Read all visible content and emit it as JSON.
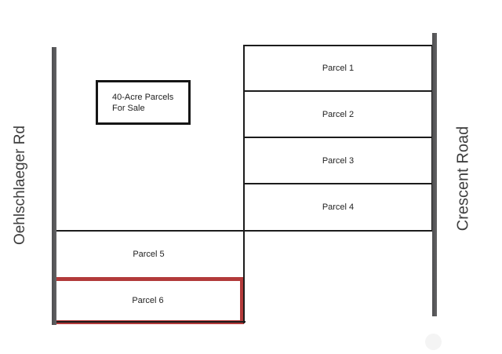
{
  "diagram": {
    "title": "40-acre parcels plat diagram",
    "sign": {
      "line1": "40-Acre Parcels",
      "line2": "For Sale"
    },
    "roads": {
      "left_label": "Oehlschlaeger Rd",
      "right_label": "Crescent Road"
    },
    "parcels": [
      {
        "label": "Parcel 1",
        "highlighted": false
      },
      {
        "label": "Parcel 2",
        "highlighted": false
      },
      {
        "label": "Parcel 3",
        "highlighted": false
      },
      {
        "label": "Parcel 4",
        "highlighted": false
      },
      {
        "label": "Parcel 5",
        "highlighted": false
      },
      {
        "label": "Parcel 6",
        "highlighted": true
      }
    ],
    "colors": {
      "boundary_line": "#1c1c1c",
      "road_bar": "#59595b",
      "highlight_border": "#b23a3a",
      "road_label_text": "#3e3e3e",
      "background": "#ffffff"
    }
  }
}
